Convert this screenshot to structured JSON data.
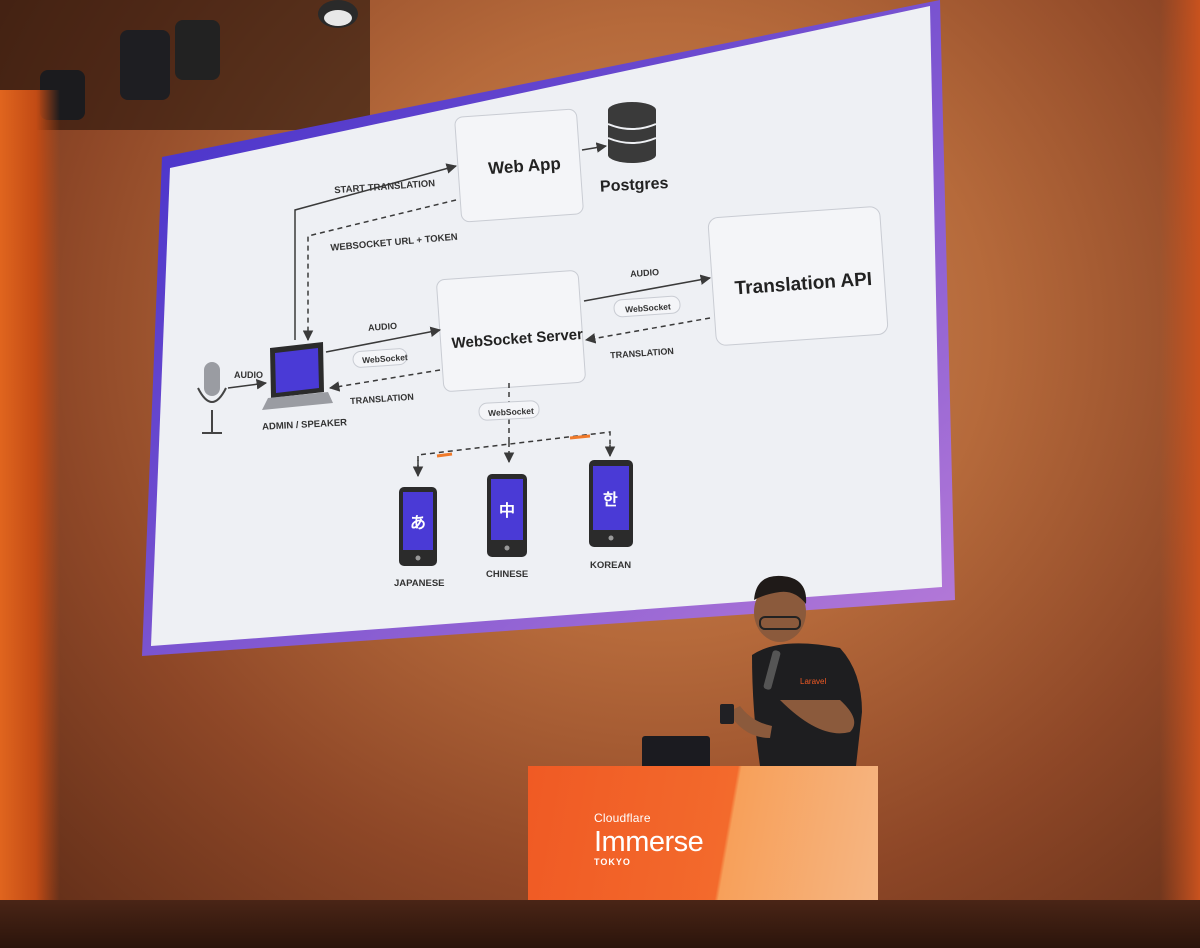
{
  "slide": {
    "webapp": "Web App",
    "postgres": "Postgres",
    "websocket_server": "WebSocket Server",
    "translation_api": "Translation API",
    "start_translation": "START TRANSLATION",
    "websocket_url_token": "WEBSOCKET URL + TOKEN",
    "audio_mic": "AUDIO",
    "audio_laptop": "AUDIO",
    "audio_api": "AUDIO",
    "translation_back": "TRANSLATION",
    "translation_api_back": "TRANSLATION",
    "websocket_pill_1": "WebSocket",
    "websocket_pill_2": "WebSocket",
    "websocket_pill_3": "WebSocket",
    "admin_speaker": "ADMIN / SPEAKER",
    "devices": [
      {
        "glyph": "あ",
        "label": "JAPANESE"
      },
      {
        "glyph": "中",
        "label": "CHINESE"
      },
      {
        "glyph": "한",
        "label": "KOREAN"
      }
    ]
  },
  "podium": {
    "brand": "Cloudflare",
    "event": "Immerse",
    "city": "TOKYO"
  },
  "shirt_text": "Laravel",
  "colors": {
    "accent_purple": "#4a3ad6",
    "slide_bg": "#eef0f4",
    "podium_orange": "#f05a24"
  }
}
